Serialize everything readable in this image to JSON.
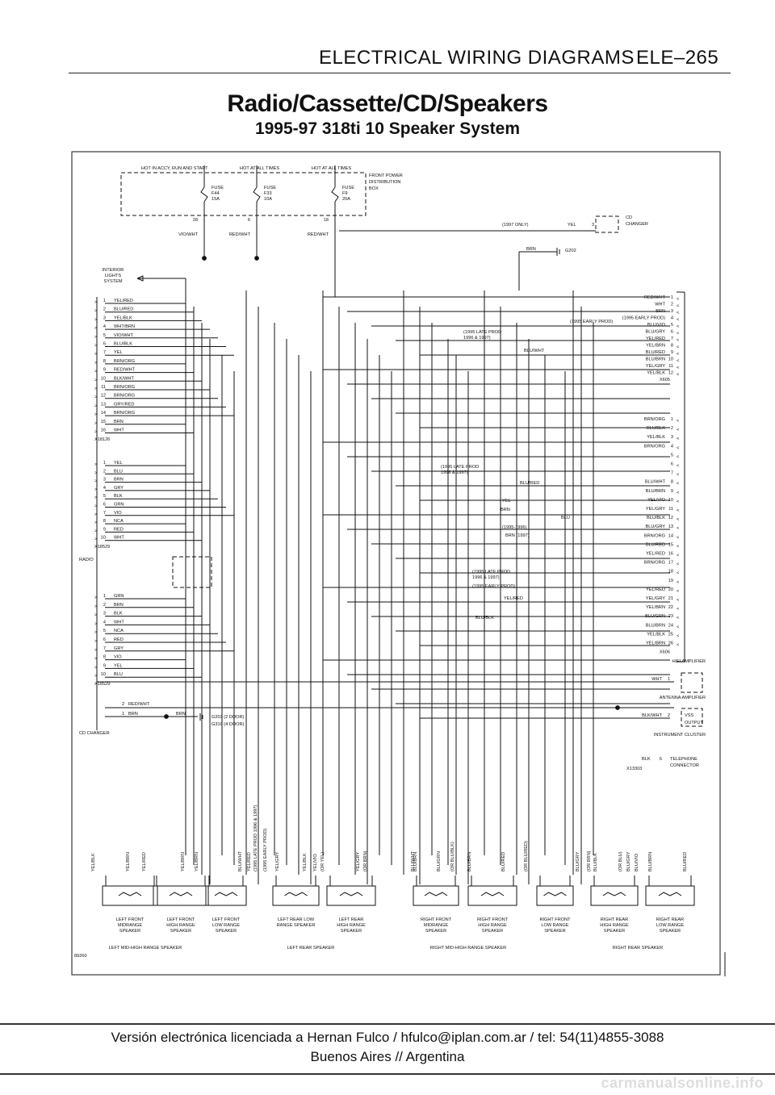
{
  "header": {
    "section": "ELECTRICAL WIRING DIAGRAMS",
    "page": "ELE–265"
  },
  "title": "Radio/Cassette/CD/Speakers",
  "subtitle": "1995-97 318ti 10 Speaker System",
  "fuse_box": {
    "hot_labels": [
      "HOT IN ACCY, RUN AND START",
      "HOT AT ALL TIMES",
      "HOT AT ALL TIMES"
    ],
    "name": "FRONT POWER DISTRIBUTION BOX",
    "fuses": [
      {
        "name": "FUSE",
        "id": "F44",
        "amp": "15A",
        "pin": "28",
        "wire": "VIO/WHT"
      },
      {
        "name": "FUSE",
        "id": "F33",
        "amp": "10A",
        "pin": "6",
        "wire": "RED/WHT"
      },
      {
        "name": "FUSE",
        "id": "F9",
        "amp": "20A",
        "pin": "18",
        "wire": "RED/WHT"
      }
    ]
  },
  "interior_lights": "INTERIOR LIGHTS SYSTEM",
  "cd_changer_top": {
    "note": "(1997 ONLY)",
    "wire": "YEL",
    "pin": "3",
    "label": "CD CHANGER"
  },
  "ground_g202": {
    "wire": "BRN",
    "label": "G202"
  },
  "radio_label": "RADIO",
  "cd_changer_label": "CD CHANGER",
  "x18126": {
    "id": "X18126",
    "pins": [
      [
        "1",
        "YEL/RED"
      ],
      [
        "2",
        "BLU/RED"
      ],
      [
        "3",
        "YEL/BLK"
      ],
      [
        "4",
        "WHT/BRN"
      ],
      [
        "5",
        "VIO/WHT"
      ],
      [
        "6",
        "BLU/BLK"
      ],
      [
        "7",
        "YEL"
      ],
      [
        "8",
        "BRN/ORG"
      ],
      [
        "9",
        "RED/WHT"
      ],
      [
        "10",
        "BLK/WHT"
      ],
      [
        "11",
        "BRN/ORG"
      ],
      [
        "12",
        "BRN/ORG"
      ],
      [
        "13",
        "GRY/RED"
      ],
      [
        "14",
        "BRN/ORG"
      ],
      [
        "15",
        "BRN"
      ],
      [
        "16",
        "WHT"
      ]
    ]
  },
  "x18529a": {
    "id": "X18529",
    "pins": [
      [
        "1",
        "YEL"
      ],
      [
        "2",
        "BLU"
      ],
      [
        "3",
        "BRN"
      ],
      [
        "4",
        "GRY"
      ],
      [
        "5",
        "BLK"
      ],
      [
        "6",
        "GRN"
      ],
      [
        "7",
        "VIO"
      ],
      [
        "8",
        "NCA"
      ],
      [
        "9",
        "RED"
      ],
      [
        "10",
        "WHT"
      ]
    ]
  },
  "x18529b": {
    "id": "X18529",
    "pins": [
      [
        "1",
        "GRN"
      ],
      [
        "2",
        "BRN"
      ],
      [
        "3",
        "BLK"
      ],
      [
        "4",
        "WHT"
      ],
      [
        "5",
        "NCA"
      ],
      [
        "6",
        "RED"
      ],
      [
        "7",
        "GRY"
      ],
      [
        "8",
        "VIO"
      ],
      [
        "9",
        "YEL"
      ],
      [
        "10",
        "BLU"
      ]
    ]
  },
  "cd_wires": {
    "w1": "RED/WHT",
    "p1": "2",
    "w2": "BRN",
    "p2": "1",
    "w3": "BRN",
    "ground": "G203 (2 DOOR) G310 (4 DOOR)"
  },
  "x605": {
    "id": "X605",
    "pins": [
      [
        "1",
        "RED/WHT"
      ],
      [
        "2",
        "WHT"
      ],
      [
        "3",
        "BRN"
      ],
      [
        "4",
        "(1995 EARLY PROD)"
      ],
      [
        "5",
        "BLU/VIO"
      ],
      [
        "6",
        "BLU/GRY"
      ],
      [
        "7",
        "YEL/RED"
      ],
      [
        "8",
        "YEL/BRN"
      ],
      [
        "9",
        "BLU/RED"
      ],
      [
        "10",
        "BLU/BRN"
      ],
      [
        "11",
        "YEL/GRY"
      ],
      [
        "12",
        "YEL/BLK"
      ]
    ]
  },
  "x606": {
    "id": "X606",
    "pins": [
      [
        "1",
        "BRN/ORG"
      ],
      [
        "2",
        "BLU/BLK"
      ],
      [
        "3",
        "YEL/BLK"
      ],
      [
        "4",
        "BRN/ORG"
      ],
      [
        "5",
        ""
      ],
      [
        "6",
        ""
      ],
      [
        "7",
        ""
      ],
      [
        "8",
        "BLU/WHT"
      ],
      [
        "9",
        "BLU/BRN"
      ],
      [
        "10",
        "YEL/VIO"
      ],
      [
        "11",
        "YEL/GRY"
      ],
      [
        "12",
        "BLU/BLK"
      ],
      [
        "13",
        "BLU/GRY"
      ],
      [
        "14",
        "BRN/ORG"
      ],
      [
        "15",
        "BLU/RED"
      ],
      [
        "16",
        "YEL/RED"
      ],
      [
        "17",
        "BRN/ORG"
      ],
      [
        "18",
        ""
      ],
      [
        "19",
        ""
      ],
      [
        "20",
        "YEL/RED"
      ],
      [
        "21",
        "YEL/GRY"
      ],
      [
        "22",
        "YEL/BRN"
      ],
      [
        "23",
        "BLU/GRN"
      ],
      [
        "24",
        "BLU/BRN"
      ],
      [
        "25",
        "YEL/BLK"
      ],
      [
        "26",
        "YEL/BRN"
      ]
    ]
  },
  "mid_notes": {
    "n1": "(1995 LATE PROD 1996 & 1997)",
    "n1w": "BLU/WHT",
    "n2": "(1995 EARLY PROD)",
    "n3": "(1995 LATE PROD 1996 & 1997)",
    "n3w": [
      "BLU/RED",
      "YEL",
      "BRN",
      "BLU"
    ],
    "n4": "(1995-1996)",
    "n4w": "BLU/GRY",
    "n5": "BRN (1997)",
    "n6": "(1995 LATE PROD 1996 & 1997)",
    "n7": "(1995 EARLY PROD)",
    "n8w": "YEL/RED",
    "n9w": "BLU/BLK"
  },
  "hifi": "HIFI AMPLIFIER",
  "antenna": {
    "wire": "WHT",
    "pin": "1",
    "label": "ANTENNA AMPLIFIER"
  },
  "vss": {
    "wire": "BLK/WHT",
    "pin": "2",
    "label1": "VSS",
    "label2": "OUTPUT",
    "cluster": "INSTRUMENT CLUSTER"
  },
  "telephone": {
    "wire": "BLK",
    "pin": "6",
    "label": "TELEPHONE CONNECTOR",
    "id": "X13303"
  },
  "bottom_wires": [
    "YEL/BLK",
    "YEL/BRN",
    "YEL/RED",
    "YEL/BRN",
    "YEL/BRN",
    "BLU/WHT",
    "YEL/RED",
    "(1995 LATE PROD 1996 & 1997)",
    "(1995 EARLY PROD)",
    "YEL/GRY",
    "YEL/BLK",
    "YEL/VIO",
    "(OR YEL)",
    "YEL/GRY",
    "(OR BRN)",
    "BLU/WHT",
    "BLU/BRN",
    "BLU/GRN",
    "(OR BLU/BLK)",
    "BLU/BRN",
    "BLU/RED",
    "(OR BLU/RED)",
    "BLU/GRY",
    "(OR BRN)",
    "BLU/BLK",
    "(OR BLU)",
    "BLU/GRY",
    "BLU/VIO",
    "BLU/BRN",
    "BLU/RED"
  ],
  "speakers": [
    "LEFT FRONT MIDRANGE SPEAKER",
    "LEFT FRONT HIGH RANGE SPEAKER",
    "LEFT FRONT LOW RANGE SPEAKER",
    "LEFT REAR LOW RANGE SPEAKER",
    "LEFT REAR HIGH RANGE SPEAKER",
    "RIGHT FRONT MIDRANGE SPEAKER",
    "RIGHT FRONT HIGH RANGE SPEAKER",
    "RIGHT FRONT LOW RANGE SPEAKER",
    "RIGHT REAR HIGH RANGE SPEAKER",
    "RIGHT REAR LOW RANGE SPEAKER"
  ],
  "groups": [
    "LEFT MID-HIGH RANGE SPEAKER",
    "LEFT REAR SPEAKER",
    "RIGHT MID-HIGH RANGE SPEAKER",
    "RIGHT REAR SPEAKER"
  ],
  "fig_id": "89260",
  "footer": {
    "line1": "Versión electrónica licenciada a Hernan Fulco / hfulco@iplan.com.ar / tel: 54(11)4855-3088",
    "line2": "Buenos Aires // Argentina"
  },
  "watermark": "carmanualsonline.info"
}
